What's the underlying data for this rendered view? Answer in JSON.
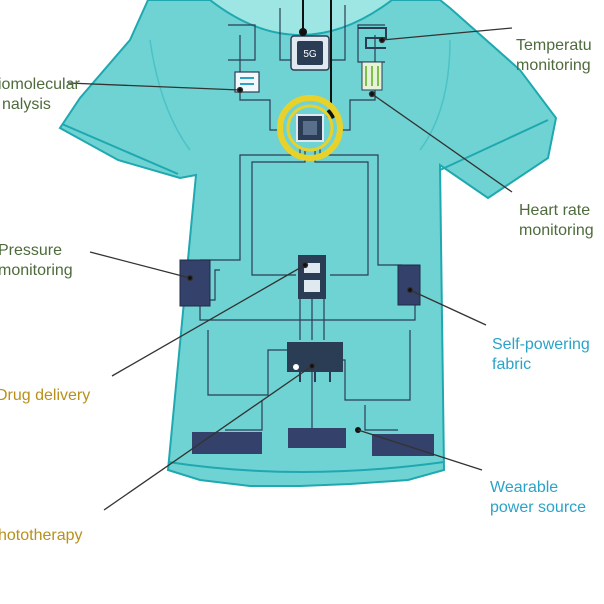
{
  "colors": {
    "shirt_fill": "#6fd3d3",
    "shirt_light": "#9ee6e3",
    "shirt_stroke": "#1fa8b0",
    "circuit": "#2b3d55",
    "patch": "#34416a",
    "gold_ring": "#e8d22a",
    "label_green": "#4e6b3c",
    "label_gold": "#b8901c",
    "label_blue": "#2ba3c8",
    "leader": "#333333"
  },
  "chip": {
    "text": "5G"
  },
  "labels": {
    "biomolecular": [
      "iomolecular",
      "nalysis"
    ],
    "temperature": [
      "Temperatu",
      "monitoring"
    ],
    "heart_rate": [
      "Heart rate",
      "monitoring"
    ],
    "pressure": [
      "Pressure",
      "monitoring"
    ],
    "self_powering": [
      "Self-powering",
      "fabric"
    ],
    "drug_delivery": [
      "Drug delivery"
    ],
    "wearable_power": [
      "Wearable",
      "power source"
    ],
    "phototherapy": [
      "hototherapy"
    ]
  }
}
